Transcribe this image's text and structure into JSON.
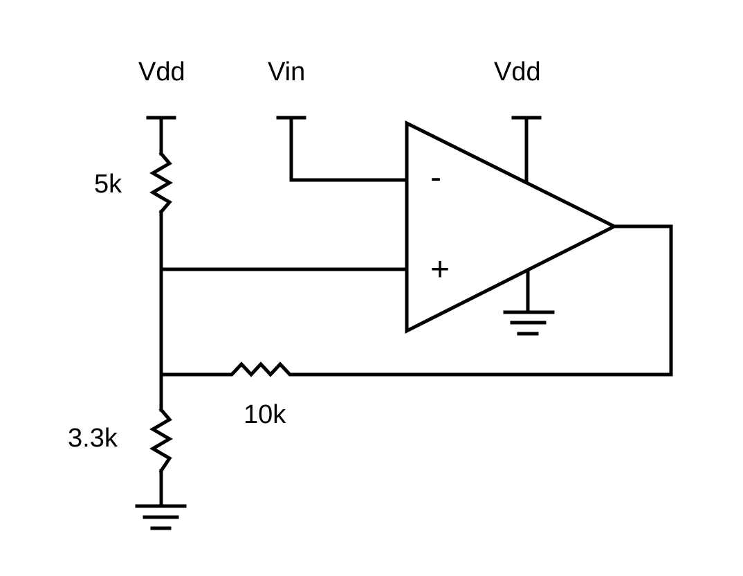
{
  "labels": {
    "vdd_left": "Vdd",
    "vin": "Vin",
    "vdd_right": "Vdd",
    "r_top": "5k",
    "r_bottom": "3.3k",
    "r_feedback": "10k"
  },
  "opamp": {
    "inverting_sign": "-",
    "noninverting_sign": "+"
  },
  "colors": {
    "stroke": "#000000",
    "background": "#ffffff"
  }
}
